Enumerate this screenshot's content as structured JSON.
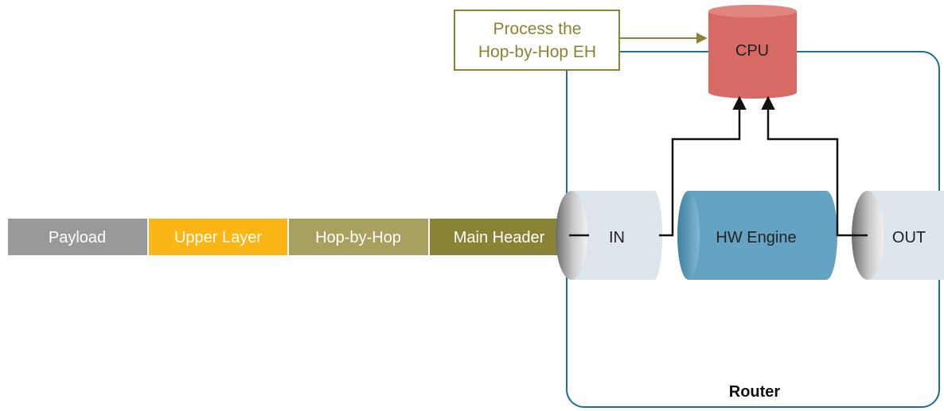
{
  "packet": {
    "segments": [
      {
        "label": "Payload",
        "color": "#97999b"
      },
      {
        "label": "Upper Layer",
        "color": "#fbb515"
      },
      {
        "label": "Hop-by-Hop",
        "color": "#a8a05e"
      },
      {
        "label": "Main Header",
        "color": "#8a8234"
      }
    ]
  },
  "callout": {
    "line1": "Process the",
    "line2": "Hop-by-Hop EH",
    "color": "#8a8234"
  },
  "cpu": {
    "label": "CPU",
    "color": "#d76a64"
  },
  "ports": {
    "in_label": "IN",
    "out_label": "OUT",
    "color": "#dde6ec"
  },
  "engine": {
    "label": "HW Engine",
    "color": "#64a3c2"
  },
  "router": {
    "label": "Router",
    "border_color": "#1f6f99"
  }
}
